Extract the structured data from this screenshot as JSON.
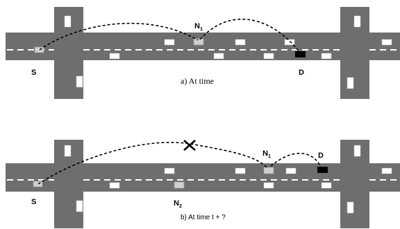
{
  "panel_a": {
    "nodes": {
      "source": "S",
      "relay": "N",
      "relay_sub": "1",
      "destination": "D"
    },
    "caption": "a)  At time"
  },
  "panel_b": {
    "nodes": {
      "source": "S",
      "relay1": "N",
      "relay1_sub": "1",
      "relay2": "N",
      "relay2_sub": "2",
      "destination": "D"
    },
    "caption": "b) At time t + ?"
  }
}
